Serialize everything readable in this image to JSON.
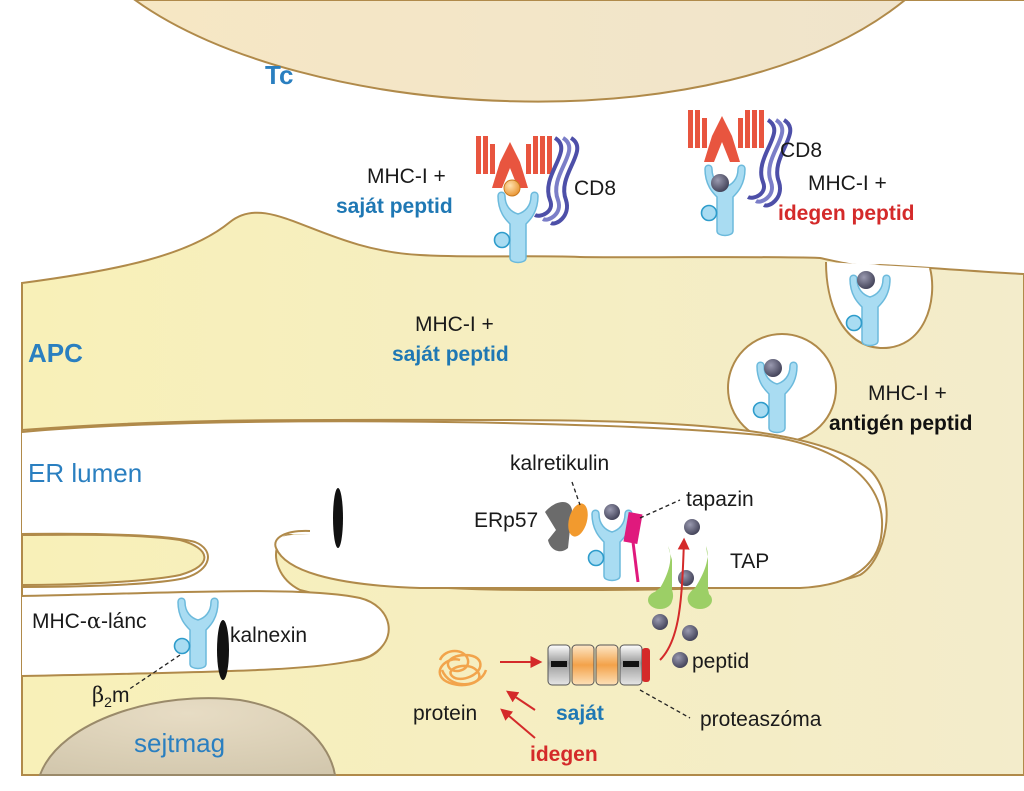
{
  "labels": {
    "tc": "Tc",
    "apc": "APC",
    "er_lumen": "ER lumen",
    "nucleus": "sejtmag",
    "mhc_plus_1": "MHC-I +",
    "self_peptide_1": "saját peptid",
    "cd8_left": "CD8",
    "cd8_right": "CD8",
    "mhc_plus_2": "MHC-I +",
    "foreign_peptide": "idegen peptid",
    "mhc_plus_3": "MHC-I +",
    "self_peptide_2": "saját peptid",
    "mhc_plus_4": "MHC-I +",
    "antigen_peptide": "antigén peptid",
    "calreticulin": "kalretikulin",
    "erp57": "ERp57",
    "tapasin": "tapazin",
    "tap": "TAP",
    "mhc_alpha_prefix": "MHC-",
    "mhc_alpha_greek": "α",
    "mhc_alpha_suffix": "-lánc",
    "calnexin": "kalnexin",
    "b2m_greek": "β",
    "b2m_sub": "2",
    "b2m_tail": "m",
    "peptide": "peptid",
    "protein": "protein",
    "self": "saját",
    "foreign": "idegen",
    "proteasome": "proteaszóma"
  },
  "colors": {
    "tcell": "#f1e6c8",
    "apc": "#f6efbc",
    "mhc": "#a9dcf2",
    "tcr": "#e8553f",
    "cd8": "#4d4fa8",
    "peptide_dark": "#5a5a72",
    "peptide_self": "#f2a44c",
    "tap": "#9ccf66",
    "tapasin": "#e0197d",
    "erp57": "#6b6b6b",
    "calreticulin": "#f29a2e",
    "arrow": "#d42a2a",
    "label_blue": "#1f78b4",
    "label_red": "#d42a2a"
  },
  "icons": [
    "mhc-i-molecule",
    "tcr-receptor",
    "cd8-coreceptor",
    "peptide-sphere",
    "proteasome",
    "protein-coil",
    "tap-transporter",
    "calnexin-chaperone"
  ]
}
